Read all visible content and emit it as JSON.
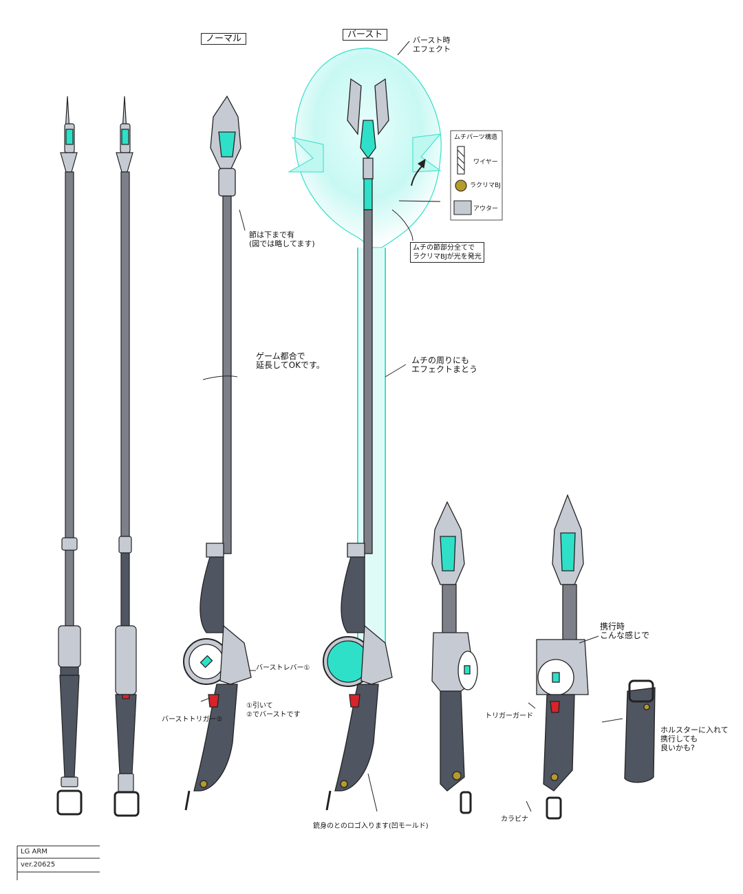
{
  "labels": {
    "normal": "ノーマル",
    "burst": "バースト",
    "burst_effect": "バースト時\nエフェクト",
    "segment_note": "節は下まで有\n(図では略してます)",
    "extend_note": "ゲーム都合で\n延長してOKです。",
    "whip_effect": "ムチの周りにも\nエフェクトまとう",
    "whip_parts_title": "ムチパーツ構造",
    "wire": "ワイヤー",
    "ball": "ラクリマBJ",
    "outer": "アウター",
    "glow_note": "ムチの節部分全てで\nラクリマBJが光を発光",
    "burst_lever": "バーストレバー①",
    "burst_trigger": "バーストトリガー②",
    "pull_note": "①引いて\n②でバーストです",
    "carry_note": "携行時\nこんな感じで",
    "trigger_guard": "トリガーガード",
    "carabiner": "カラビナ",
    "holster_note": "ホルスターに入れて\n携行しても\n良いかも?",
    "grip_note": "銃身のとのロゴ入ります(凹モールド)",
    "stamp_title": "LG ARM",
    "stamp_sub": "ver.20625"
  },
  "colors": {
    "accent": "#2fe0c8",
    "glow": "#bff7f1",
    "metal": "#c6cad3",
    "grip": "#4f5561",
    "shaft": "#7d8089",
    "trigger": "#d8232b",
    "brass": "#b59a2c",
    "line": "#222222"
  }
}
